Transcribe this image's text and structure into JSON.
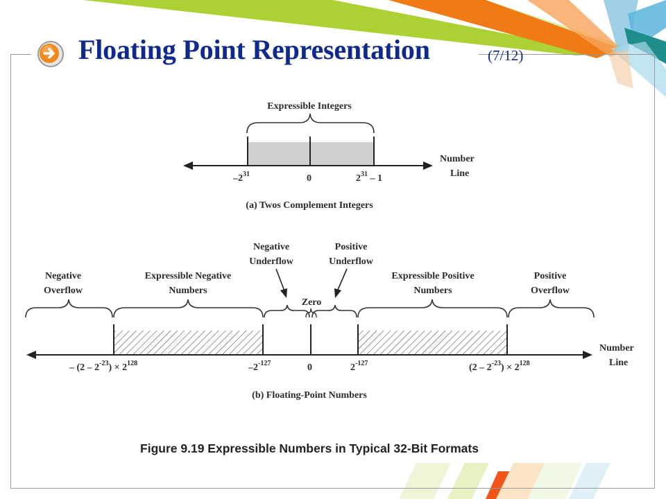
{
  "slide": {
    "title": "Floating Point Representation",
    "title_counter": "(7/12)"
  },
  "diagram_a": {
    "region_label": "Expressible Integers",
    "axis_label_line1": "Number",
    "axis_label_line2": "Line",
    "tick_min": "–2",
    "tick_min_exp": "31",
    "tick_zero": "0",
    "tick_max_base": "2",
    "tick_max_exp": "31",
    "tick_max_suffix": " – 1",
    "caption": "(a) Twos Complement Integers"
  },
  "diagram_b": {
    "neg_overflow_1": "Negative",
    "neg_overflow_2": "Overflow",
    "exp_neg_1": "Expressible Negative",
    "exp_neg_2": "Numbers",
    "neg_under_1": "Negative",
    "neg_under_2": "Underflow",
    "zero": "Zero",
    "pos_under_1": "Positive",
    "pos_under_2": "Underflow",
    "exp_pos_1": "Expressible Positive",
    "exp_pos_2": "Numbers",
    "pos_overflow_1": "Positive",
    "pos_overflow_2": "Overflow",
    "axis_label_line1": "Number",
    "axis_label_line2": "Line",
    "tick_min_a": "– (2 – 2",
    "tick_min_exp1": "-23",
    "tick_min_b": ") × 2",
    "tick_min_exp2": "128",
    "tick_neg_small": "–2",
    "tick_neg_small_exp": "-127",
    "tick_zero": "0",
    "tick_pos_small": "2",
    "tick_pos_small_exp": "-127",
    "tick_max_a": "(2 – 2",
    "tick_max_exp1": "-23",
    "tick_max_b": ") × 2",
    "tick_max_exp2": "128",
    "caption": "(b) Floating-Point Numbers"
  },
  "figure_caption": "Figure 9.19  Expressible Numbers in Typical 32-Bit Formats",
  "colors": {
    "title": "#0f2a8c",
    "green": "#9dc61f",
    "orange": "#f07a14",
    "blue": "#5ab4dc",
    "teal": "#1e8e8c"
  }
}
